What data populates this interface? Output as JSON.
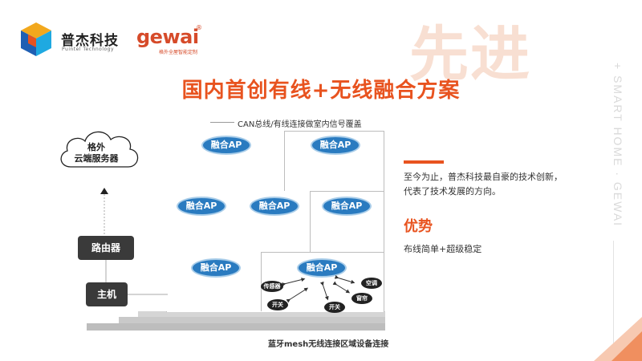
{
  "header": {
    "company_name": "普杰科技",
    "company_sub": "Puintel   Technology",
    "partner_logo": "gewai",
    "partner_reg": "®",
    "partner_sub": "格外全屋智能定制",
    "deco_big": "先进",
    "deco_vertical": "+ SMART HOME · GEWAI"
  },
  "title": "国内首创有线+无线融合方案",
  "diagram": {
    "caption_top": "CAN总线/有线连接做室内信号覆盖",
    "caption_bottom": "蓝牙mesh无线连接区域设备连接",
    "cloud_line1": "格外",
    "cloud_line2": "云端服务器",
    "router": "路由器",
    "host": "主机",
    "ap_label": "融合AP",
    "devices": {
      "sensor": "传感器",
      "switch1": "开关",
      "switch2": "开关",
      "ac": "空调",
      "curtain": "窗帘"
    }
  },
  "right": {
    "desc_line1": "至今为止，普杰科技最自豪的技术创新，",
    "desc_line2": "代表了技术发展的方向。",
    "advantage_title": "优势",
    "advantage_desc": "布线简单+超级稳定"
  },
  "colors": {
    "accent": "#e8531f",
    "ap_blue": "#2a7bc0",
    "dark_box": "#3a3a3a"
  }
}
